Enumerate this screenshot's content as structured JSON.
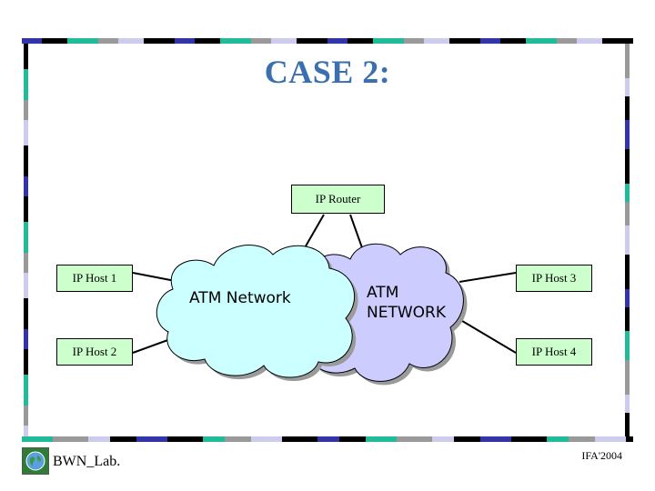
{
  "title": "CASE 2:",
  "nodes": {
    "router": "IP Router",
    "host1": "IP Host 1",
    "host2": "IP Host 2",
    "host3": "IP Host 3",
    "host4": "IP Host 4"
  },
  "clouds": {
    "atm_network": "ATM Network",
    "atm_network_upper_line1": "ATM",
    "atm_network_upper_line2": "NETWORK"
  },
  "footer": {
    "left": "BWN_Lab.",
    "right": "IFA'2004"
  },
  "colors": {
    "title": "#3a6fb0",
    "node_fill": "#ccffcc",
    "cloud_left": "#ccffff",
    "cloud_right": "#ccccff",
    "border_navy": "#3333aa",
    "border_teal": "#22bb99",
    "border_gray": "#999999",
    "border_lavender": "#ccccee",
    "border_black": "#000000"
  },
  "icons": {
    "logo": "globe-logo-icon"
  }
}
